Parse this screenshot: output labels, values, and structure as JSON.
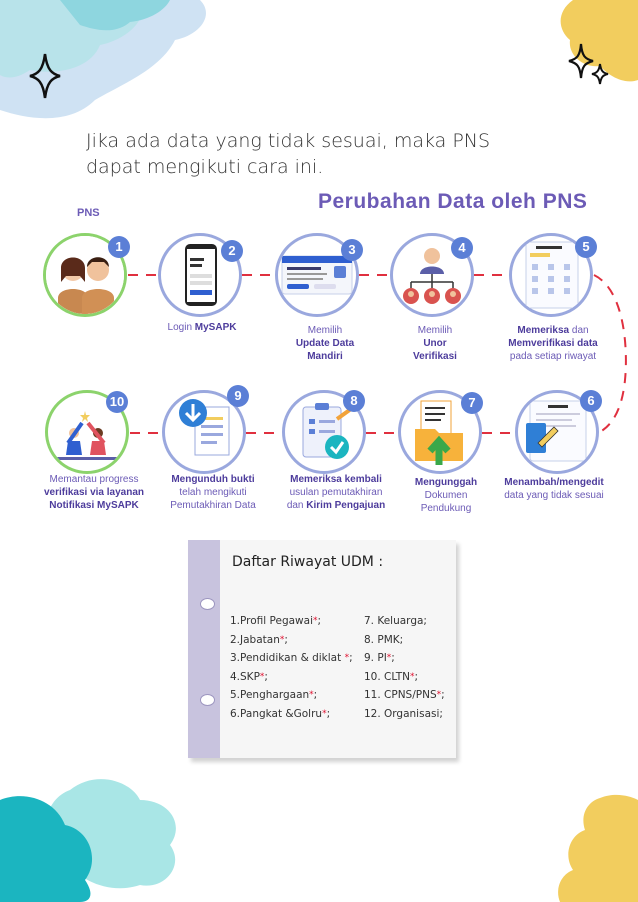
{
  "colors": {
    "accent": "#6c5bb6",
    "dark": "#4d3c9c",
    "ring": "#9aa8de",
    "ring_done": "#8cd36c",
    "badge": "#5b7fd6",
    "connector": "#e0303f",
    "star": "#e0102f"
  },
  "intro": {
    "line1": "Jika ada data yang tidak sesuai, maka PNS",
    "line2": "dapat mengikuti cara ini."
  },
  "title": "Perubahan Data oleh PNS",
  "actor": "PNS",
  "steps": [
    {
      "number": "1",
      "icon": "pns-officers-icon",
      "lines": []
    },
    {
      "number": "2",
      "icon": "mysapk-phone-icon",
      "lines": [
        {
          "plain": "Login ",
          "bold": "MySAPK"
        }
      ]
    },
    {
      "number": "3",
      "icon": "update-data-screen-icon",
      "lines": [
        {
          "plain": "Memilih",
          "bold": ""
        },
        {
          "plain": "",
          "bold": "Update Data"
        },
        {
          "plain": "",
          "bold": "Mandiri"
        }
      ]
    },
    {
      "number": "4",
      "icon": "org-unit-icon",
      "lines": [
        {
          "plain": "Memilih",
          "bold": ""
        },
        {
          "plain": "",
          "bold": "Unor"
        },
        {
          "plain": "",
          "bold": "Verifikasi"
        }
      ]
    },
    {
      "number": "5",
      "icon": "data-list-screen-icon",
      "lines": [
        {
          "plain": "",
          "bold": "Memeriksa",
          "tail": " dan"
        },
        {
          "plain": "",
          "bold": "Memverifikasi data"
        },
        {
          "plain": "pada setiap riwayat",
          "bold": ""
        }
      ]
    },
    {
      "number": "6",
      "icon": "edit-form-icon",
      "lines": [
        {
          "plain": "",
          "bold": "Menambah/mengedit"
        },
        {
          "plain": "data yang tidak sesuai",
          "bold": ""
        }
      ]
    },
    {
      "number": "7",
      "icon": "upload-document-icon",
      "lines": [
        {
          "plain": "",
          "bold": "Mengunggah"
        },
        {
          "plain": "Dokumen",
          "bold": ""
        },
        {
          "plain": "Pendukung",
          "bold": ""
        }
      ]
    },
    {
      "number": "8",
      "icon": "clipboard-check-icon",
      "lines": [
        {
          "plain": "",
          "bold": "Memeriksa kembali"
        },
        {
          "plain": "usulan pemutakhiran",
          "bold": ""
        },
        {
          "plain": "dan ",
          "bold": "Kirim Pengajuan"
        }
      ]
    },
    {
      "number": "9",
      "icon": "download-document-icon",
      "lines": [
        {
          "plain": "",
          "bold": "Mengunduh bukti"
        },
        {
          "plain": "telah mengikuti",
          "bold": ""
        },
        {
          "plain": "Pemutakhiran Data",
          "bold": ""
        }
      ]
    },
    {
      "number": "10",
      "icon": "notification-people-icon",
      "lines": [
        {
          "plain": "Memantau progress",
          "bold": ""
        },
        {
          "plain": "",
          "bold": "verifikasi via layanan"
        },
        {
          "plain": "",
          "bold": "Notifikasi MySAPK"
        }
      ]
    }
  ],
  "list_card": {
    "title": "Daftar Riwayat UDM :",
    "left": [
      {
        "text": "1.Profil Pegawai",
        "star": "*",
        "after": ";"
      },
      {
        "text": "2.Jabatan",
        "star": "*",
        "after": ";"
      },
      {
        "text": "3.Pendidikan & diklat ",
        "star": "*",
        "after": ";"
      },
      {
        "text": "4.SKP",
        "star": "*",
        "after": ";"
      },
      {
        "text": "5.Penghargaan",
        "star": "*",
        "after": ";"
      },
      {
        "text": "6.Pangkat &Golru",
        "star": "*",
        "after": ";"
      }
    ],
    "right": [
      {
        "text": "7. Keluarga;",
        "star": "",
        "after": ""
      },
      {
        "text": "8. PMK;",
        "star": "",
        "after": ""
      },
      {
        "text": "9. PI",
        "star": "*",
        "after": ";"
      },
      {
        "text": "10. CLTN",
        "star": "*",
        "after": ";"
      },
      {
        "text": "11. CPNS/PNS",
        "star": "*",
        "after": ";"
      },
      {
        "text": "12. Organisasi;",
        "star": "",
        "after": ""
      }
    ]
  }
}
